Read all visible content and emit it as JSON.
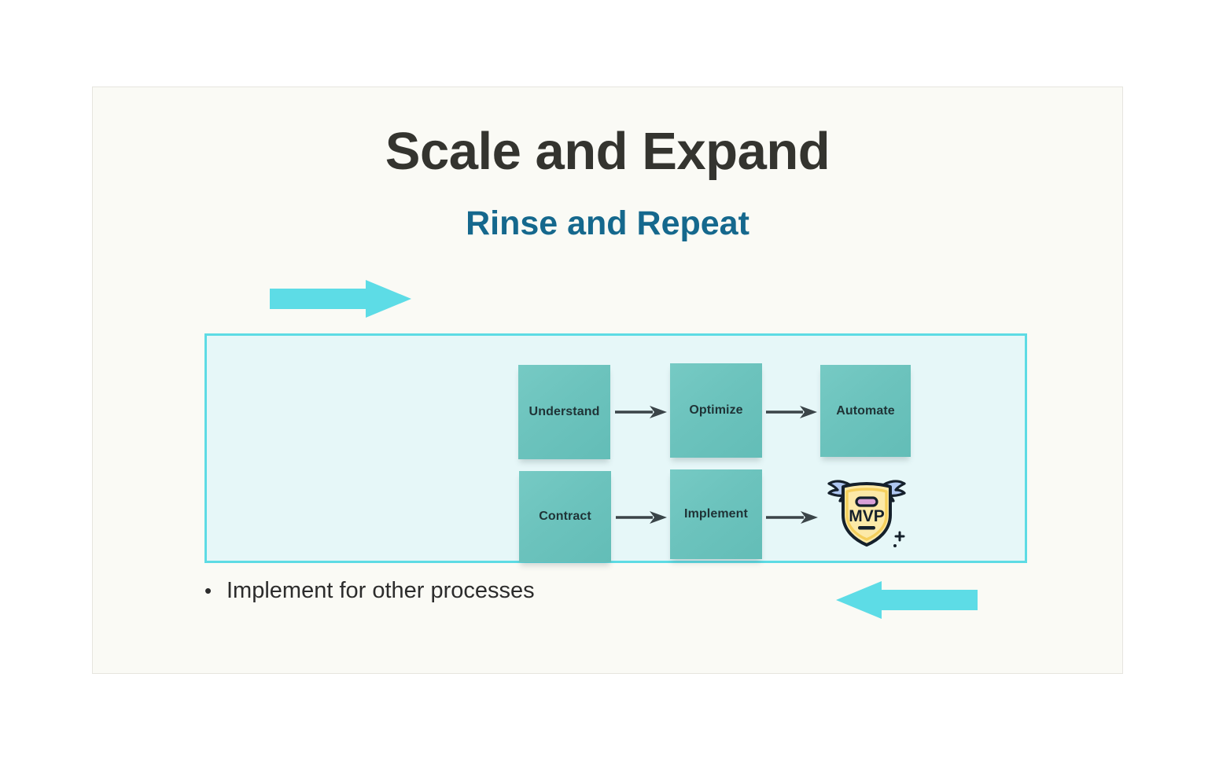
{
  "slide": {
    "title": "Scale and Expand",
    "subtitle": "Rinse and Repeat",
    "background_color": "#fafaf5",
    "title_color": "#34342f",
    "subtitle_color": "#15688d"
  },
  "decor": {
    "arrow_color": "#5ddce6",
    "arrow_right_name": "right-pointing block arrow",
    "arrow_left_name": "left-pointing block arrow"
  },
  "flow": {
    "container_fill": "#e6f7f8",
    "container_border": "#5ddbe4",
    "note_color": "#6cc3bd",
    "connector_color": "#3a4448",
    "rows": [
      {
        "name": "top-row",
        "steps": [
          {
            "label": "Understand"
          },
          {
            "label": "Optimize"
          },
          {
            "label": "Automate"
          }
        ]
      },
      {
        "name": "bottom-row",
        "steps": [
          {
            "label": "Contract"
          },
          {
            "label": "Implement"
          },
          {
            "label": "MVP",
            "type": "badge"
          }
        ]
      }
    ],
    "badge": {
      "text": "MVP",
      "shield_color": "#fce9a8",
      "shield_border": "#f5cf5c",
      "outline_color": "#15202b",
      "wing_color": "#aec6f0",
      "accent_color": "#d9a0d8"
    }
  },
  "body": {
    "bullet_marker": "•",
    "bullet_text": "Implement for other processes"
  }
}
